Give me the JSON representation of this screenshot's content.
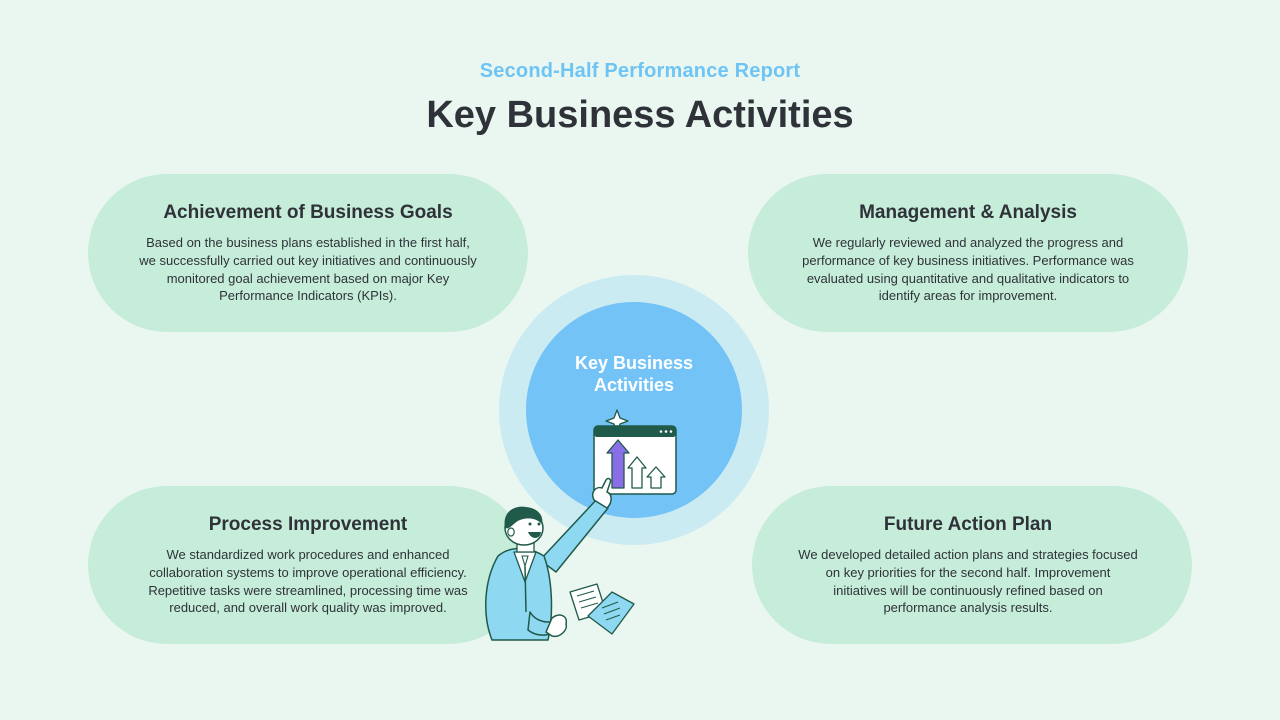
{
  "header": {
    "subtitle": "Second-Half Performance Report",
    "title": "Key Business Activities"
  },
  "center": {
    "label_line1": "Key Business",
    "label_line2": "Activities"
  },
  "cards": [
    {
      "heading": "Achievement of Business Goals",
      "body": "Based on the business plans established in the first half, we successfully carried out key initiatives and continuously monitored goal achievement based on major Key Performance Indicators (KPIs)."
    },
    {
      "heading": "Management & Analysis",
      "body": "We regularly reviewed and analyzed the progress and performance of key business initiatives. Performance was evaluated using quantitative and qualitative indicators to identify areas for improvement."
    },
    {
      "heading": "Process Improvement",
      "body": "We standardized work procedures and enhanced collaboration systems to improve operational efficiency. Repetitive tasks were streamlined, processing time was reduced, and overall work quality was improved."
    },
    {
      "heading": "Future Action Plan",
      "body": "We developed detailed action plans and strategies focused on key priorities for the second half. Improvement initiatives will be continuously refined based on performance analysis results."
    }
  ],
  "colors": {
    "background": "#EAF7F0",
    "pill": "#C6ECDA",
    "accent_blue": "#74C3F7",
    "ring": "#CBEBF2",
    "subtitle": "#6EC4F4",
    "text": "#2F3238"
  },
  "icons": [
    "growth-chart-window-icon",
    "businessman-pointing-illustration",
    "documents-icon",
    "sparkle-icon"
  ]
}
